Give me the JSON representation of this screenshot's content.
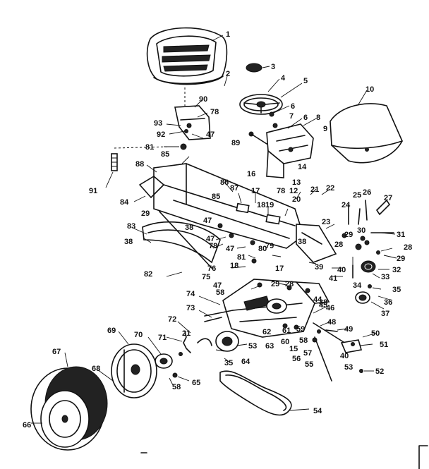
{
  "callouts": [
    {
      "id": "1",
      "text": "1"
    },
    {
      "id": "2",
      "text": "2"
    },
    {
      "id": "3",
      "text": "3"
    },
    {
      "id": "4",
      "text": "4"
    },
    {
      "id": "5",
      "text": "5"
    },
    {
      "id": "6a",
      "text": "6"
    },
    {
      "id": "6b",
      "text": "6"
    },
    {
      "id": "7",
      "text": "7"
    },
    {
      "id": "8",
      "text": "8"
    },
    {
      "id": "9",
      "text": "9"
    },
    {
      "id": "10",
      "text": "10"
    },
    {
      "id": "12",
      "text": "12"
    },
    {
      "id": "13",
      "text": "13"
    },
    {
      "id": "14",
      "text": "14"
    },
    {
      "id": "15",
      "text": "15"
    },
    {
      "id": "16",
      "text": "16"
    },
    {
      "id": "17a",
      "text": "17"
    },
    {
      "id": "17b",
      "text": "17"
    },
    {
      "id": "18a",
      "text": "18"
    },
    {
      "id": "18b",
      "text": "18"
    },
    {
      "id": "19",
      "text": "19"
    },
    {
      "id": "20",
      "text": "20"
    },
    {
      "id": "21a",
      "text": "21"
    },
    {
      "id": "21b",
      "text": "21"
    },
    {
      "id": "22",
      "text": "22"
    },
    {
      "id": "23",
      "text": "23"
    },
    {
      "id": "24",
      "text": "24"
    },
    {
      "id": "25",
      "text": "25"
    },
    {
      "id": "26",
      "text": "26"
    },
    {
      "id": "27",
      "text": "27"
    },
    {
      "id": "28a",
      "text": "28"
    },
    {
      "id": "28b",
      "text": "28"
    },
    {
      "id": "28c",
      "text": "28"
    },
    {
      "id": "29a",
      "text": "29"
    },
    {
      "id": "29b",
      "text": "29"
    },
    {
      "id": "29c",
      "text": "29"
    },
    {
      "id": "29d",
      "text": "29"
    },
    {
      "id": "30",
      "text": "30"
    },
    {
      "id": "31",
      "text": "31"
    },
    {
      "id": "32",
      "text": "32"
    },
    {
      "id": "33",
      "text": "33"
    },
    {
      "id": "34",
      "text": "34"
    },
    {
      "id": "35a",
      "text": "35"
    },
    {
      "id": "35b",
      "text": "35"
    },
    {
      "id": "36",
      "text": "36"
    },
    {
      "id": "37",
      "text": "37"
    },
    {
      "id": "38a",
      "text": "38"
    },
    {
      "id": "38b",
      "text": "38"
    },
    {
      "id": "38c",
      "text": "38"
    },
    {
      "id": "38d",
      "text": "38"
    },
    {
      "id": "39",
      "text": "39"
    },
    {
      "id": "40a",
      "text": "40"
    },
    {
      "id": "40b",
      "text": "40"
    },
    {
      "id": "41",
      "text": "41"
    },
    {
      "id": "44",
      "text": "44"
    },
    {
      "id": "45",
      "text": "45"
    },
    {
      "id": "46",
      "text": "46"
    },
    {
      "id": "47a",
      "text": "47"
    },
    {
      "id": "47b",
      "text": "47"
    },
    {
      "id": "47c",
      "text": "47"
    },
    {
      "id": "47d",
      "text": "47"
    },
    {
      "id": "47e",
      "text": "47"
    },
    {
      "id": "48",
      "text": "48"
    },
    {
      "id": "49",
      "text": "49"
    },
    {
      "id": "50",
      "text": "50"
    },
    {
      "id": "51",
      "text": "51"
    },
    {
      "id": "52",
      "text": "52"
    },
    {
      "id": "53a",
      "text": "53"
    },
    {
      "id": "53b",
      "text": "53"
    },
    {
      "id": "54",
      "text": "54"
    },
    {
      "id": "55",
      "text": "55"
    },
    {
      "id": "56",
      "text": "56"
    },
    {
      "id": "57",
      "text": "57"
    },
    {
      "id": "58a",
      "text": "58"
    },
    {
      "id": "58b",
      "text": "58"
    },
    {
      "id": "58c",
      "text": "58"
    },
    {
      "id": "59",
      "text": "59"
    },
    {
      "id": "60",
      "text": "60"
    },
    {
      "id": "61",
      "text": "61"
    },
    {
      "id": "62",
      "text": "62"
    },
    {
      "id": "63",
      "text": "63"
    },
    {
      "id": "64",
      "text": "64"
    },
    {
      "id": "65",
      "text": "65"
    },
    {
      "id": "66",
      "text": "66"
    },
    {
      "id": "67",
      "text": "67"
    },
    {
      "id": "68",
      "text": "68"
    },
    {
      "id": "69",
      "text": "69"
    },
    {
      "id": "70",
      "text": "70"
    },
    {
      "id": "71",
      "text": "71"
    },
    {
      "id": "72",
      "text": "72"
    },
    {
      "id": "73",
      "text": "73"
    },
    {
      "id": "74",
      "text": "74"
    },
    {
      "id": "75",
      "text": "75"
    },
    {
      "id": "76",
      "text": "76"
    },
    {
      "id": "78a",
      "text": "78"
    },
    {
      "id": "78b",
      "text": "78"
    },
    {
      "id": "78c",
      "text": "78"
    },
    {
      "id": "79",
      "text": "79"
    },
    {
      "id": "80",
      "text": "80"
    },
    {
      "id": "81a",
      "text": "81"
    },
    {
      "id": "81b",
      "text": "81"
    },
    {
      "id": "82",
      "text": "82"
    },
    {
      "id": "83",
      "text": "83"
    },
    {
      "id": "84",
      "text": "84"
    },
    {
      "id": "85a",
      "text": "85"
    },
    {
      "id": "85b",
      "text": "85"
    },
    {
      "id": "86",
      "text": "86"
    },
    {
      "id": "87",
      "text": "87"
    },
    {
      "id": "88",
      "text": "88"
    },
    {
      "id": "89",
      "text": "89"
    },
    {
      "id": "90",
      "text": "90"
    },
    {
      "id": "91",
      "text": "91"
    },
    {
      "id": "92",
      "text": "92"
    },
    {
      "id": "93",
      "text": "93"
    }
  ]
}
